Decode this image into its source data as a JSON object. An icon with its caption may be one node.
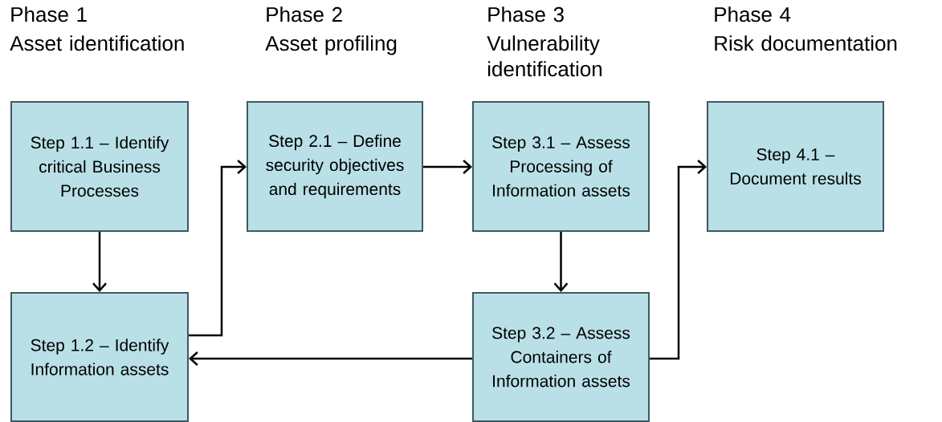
{
  "diagram": {
    "nodes": [
      {
        "text": [
          "Step 1.1 – Identify critical Business Processes"
        ]
      },
      {
        "text": [
          "Step 1.2 – Identify Information assets"
        ]
      },
      {
        "text": [
          "Step 2.1 – Define security objectives and requirements"
        ]
      },
      {
        "text": [
          "Step 3.1 – Assess Processing of Information assets"
        ]
      },
      {
        "text": [
          "Step 3.2 – Assess Containers of Information assets"
        ]
      },
      {
        "text": [
          "Step 4.1 – Document results"
        ]
      }
    ],
    "edges": [
      {
        "from": 0,
        "to": 1,
        "arrow": "to"
      },
      {
        "from": 1,
        "to": 2,
        "arrow": "to"
      },
      {
        "from": 2,
        "to": 3,
        "arrow": "to"
      },
      {
        "from": 3,
        "to": 4,
        "arrow": "to"
      },
      {
        "from": 4,
        "to": 1,
        "arrow": "to"
      },
      {
        "from": 4,
        "to": 5,
        "arrow": "to"
      }
    ],
    "labels": [
      "Phase 1",
      "Asset identification",
      "Phase 2",
      "Asset profiling",
      "Phase 3",
      "Vulnerability identification",
      "Phase 4",
      "Risk documentation"
    ]
  }
}
